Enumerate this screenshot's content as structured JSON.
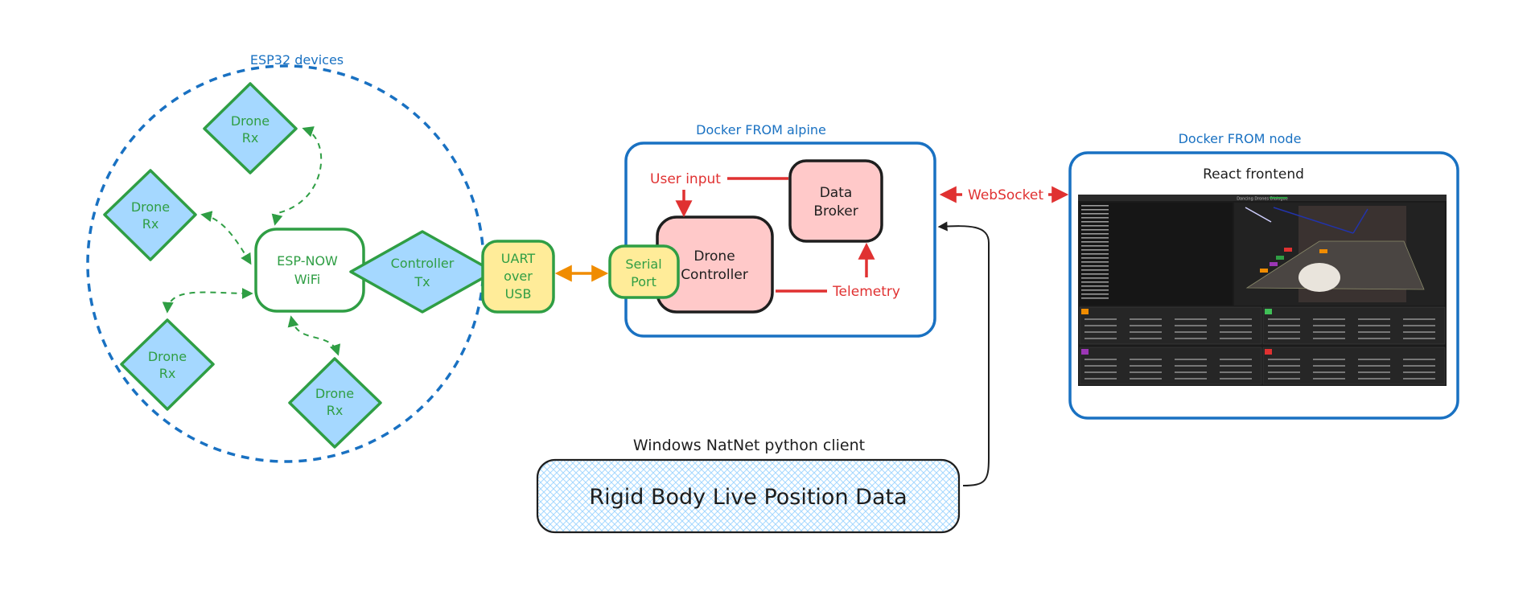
{
  "esp_group": {
    "label": "ESP32 devices"
  },
  "nodes": {
    "drone_rx_1": [
      "Drone",
      "Rx"
    ],
    "drone_rx_2": [
      "Drone",
      "Rx"
    ],
    "drone_rx_3": [
      "Drone",
      "Rx"
    ],
    "drone_rx_4": [
      "Drone",
      "Rx"
    ],
    "espnow": [
      "ESP-NOW",
      "WiFi"
    ],
    "controller_tx": [
      "Controller",
      "Tx"
    ],
    "uart": [
      "UART",
      "over",
      "USB"
    ],
    "serial_port": [
      "Serial",
      "Port"
    ],
    "drone_controller": [
      "Drone",
      "Controller"
    ],
    "data_broker": [
      "Data",
      "Broker"
    ]
  },
  "docker_alpine": {
    "label": "Docker FROM alpine"
  },
  "docker_node": {
    "label": "Docker FROM node",
    "title": "React frontend"
  },
  "edge_labels": {
    "user_input": "User input",
    "telemetry": "Telemetry",
    "websocket": "WebSocket"
  },
  "natnet": {
    "label": "Windows NatNet python client",
    "box": "Rigid Body Live Position Data"
  },
  "screenshot": {
    "header": "Dancing Drones Dialogue"
  },
  "colors": {
    "green_stroke": "#2f9e44",
    "blue_fill": "#a5d8ff",
    "yellow_fill": "#ffec99",
    "yellow_stroke": "#2f9e44",
    "pink_fill": "#ffc9c9",
    "blue_stroke": "#1971c2",
    "red": "#e03131",
    "orange": "#f08c00",
    "dark": "#1e1e1e"
  }
}
